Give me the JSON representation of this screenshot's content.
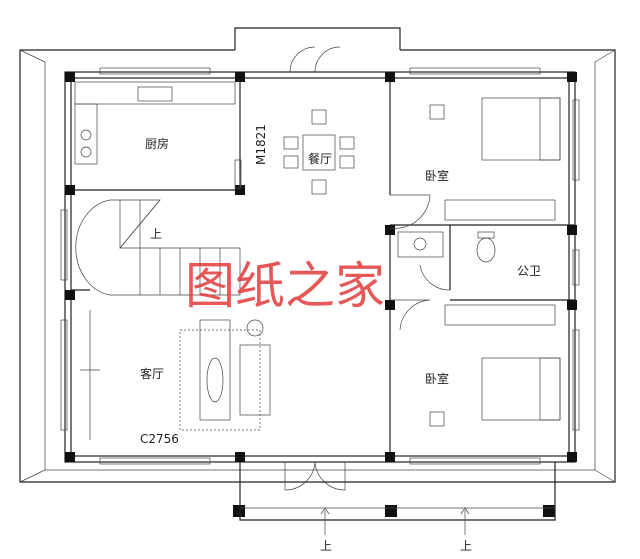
{
  "rooms": {
    "kitchen": "厨房",
    "dining": "餐厅",
    "bedroom_top": "卧室",
    "bathroom": "公卫",
    "bedroom_bottom": "卧室",
    "living": "客厅"
  },
  "codes": {
    "door": "M1821",
    "window": "C2756"
  },
  "stairs": {
    "stair_up": "上",
    "porch_up_1": "上",
    "porch_up_2": "上"
  },
  "watermark": "图纸之家",
  "colors": {
    "walls": "#222222",
    "columns": "#111111",
    "watermark": "#e23b3b"
  }
}
